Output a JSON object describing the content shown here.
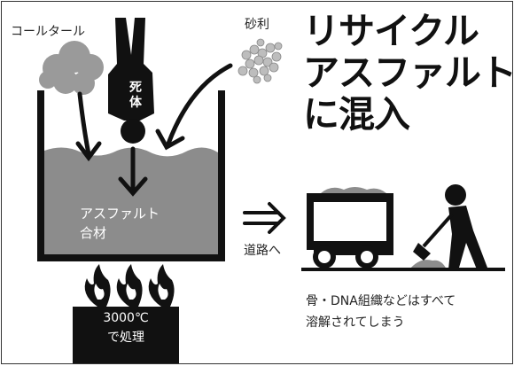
{
  "headline": {
    "line1": "リサイクル",
    "line2": "アスファルト",
    "line3": "に混入"
  },
  "labels": {
    "coal_tar": "コールタール",
    "gravel": "砂利",
    "body": "死体",
    "mix_line1": "アスファルト",
    "mix_line2": "合材",
    "to_road": "道路へ",
    "dissolve_line1": "骨・DNA組織などはすべて",
    "dissolve_line2": "溶解されてしまう",
    "burn_line1": "3000℃",
    "burn_line2": "で処理"
  },
  "icons": [
    "coal-tar-cloud-icon",
    "gravel-pile-icon",
    "body-silhouette-icon",
    "mixing-vat-icon",
    "flame-icon",
    "double-arrow-right-icon",
    "dump-truck-icon",
    "road-worker-icon"
  ],
  "colors": {
    "black": "#111111",
    "fill_gray": "#8c8c8c",
    "cloud_gray": "#9a9a9a",
    "gravel_gray": "#bdbdbd"
  }
}
